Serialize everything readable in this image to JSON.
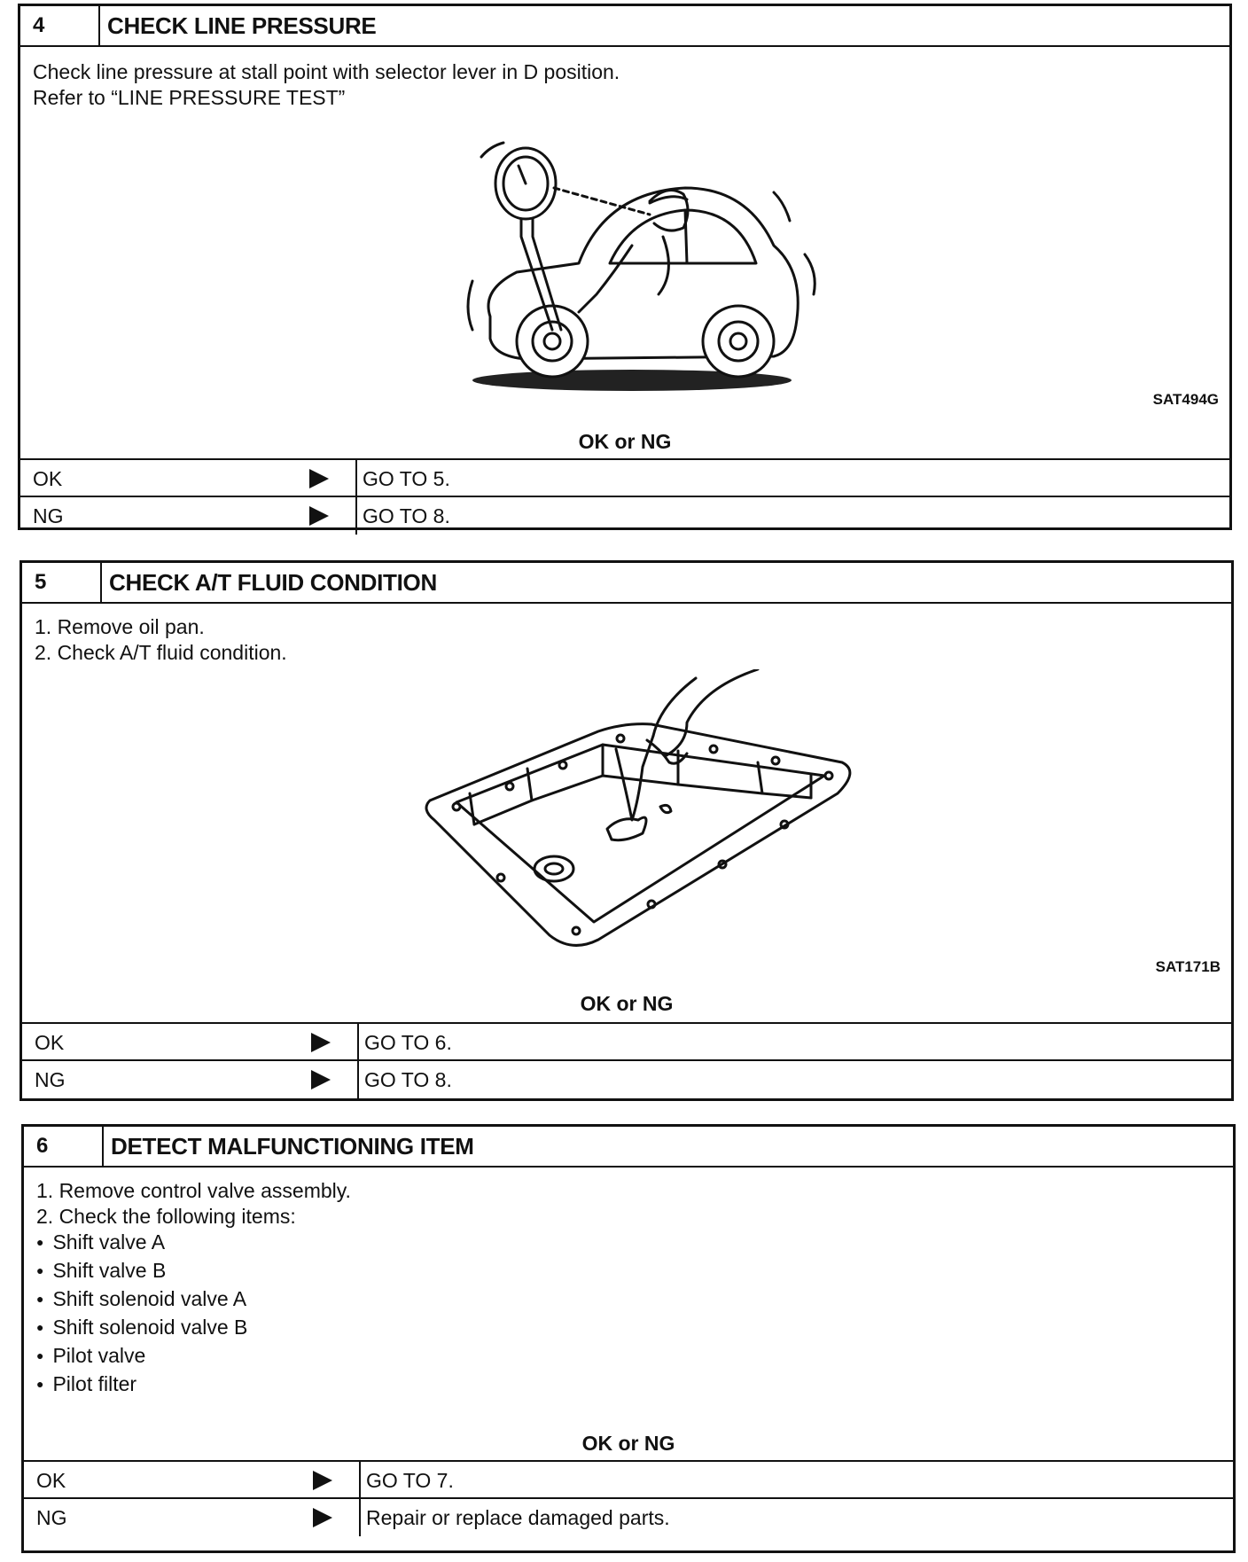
{
  "steps": [
    {
      "number": "4",
      "title": "CHECK LINE PRESSURE",
      "lines": [
        "Check line pressure at stall point with selector lever in D position.",
        "Refer to “LINE PRESSURE TEST”"
      ],
      "figure_code": "SAT494G",
      "decision": "OK or NG",
      "results": [
        {
          "key": "OK",
          "action": "GO TO 5."
        },
        {
          "key": "NG",
          "action": "GO TO 8."
        }
      ]
    },
    {
      "number": "5",
      "title": "CHECK A/T FLUID CONDITION",
      "lines": [
        "1.  Remove oil pan.",
        "2.  Check A/T fluid condition."
      ],
      "figure_code": "SAT171B",
      "decision": "OK or NG",
      "results": [
        {
          "key": "OK",
          "action": "GO TO 6."
        },
        {
          "key": "NG",
          "action": "GO TO 8."
        }
      ]
    },
    {
      "number": "6",
      "title": "DETECT MALFUNCTIONING ITEM",
      "lines": [
        "1.  Remove control valve assembly.",
        "2.  Check the following items:"
      ],
      "bullets": [
        "Shift valve A",
        "Shift valve B",
        "Shift solenoid valve A",
        "Shift solenoid valve B",
        "Pilot valve",
        "Pilot filter"
      ],
      "decision": "OK or NG",
      "results": [
        {
          "key": "OK",
          "action": "GO TO 7."
        },
        {
          "key": "NG",
          "action": "Repair or replace damaged parts."
        }
      ]
    }
  ]
}
